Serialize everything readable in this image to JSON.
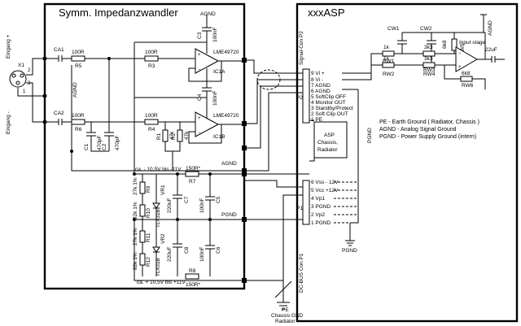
{
  "panels": {
    "left_title": "Symm. Impedanzwandler",
    "right_title": "xxxASP"
  },
  "inputs": {
    "connector": "X1",
    "pin1": "1",
    "pin2": "2",
    "pin3": "3",
    "plus_label": "Eingang +",
    "minus_label": "Eingang -"
  },
  "components": {
    "CA1": "CA1",
    "CA2": "CA2",
    "R5": "R5",
    "R5v": "100R",
    "R6": "R6",
    "R6v": "100R",
    "R3": "R3",
    "R3v": "100R",
    "R4": "R4",
    "R4v": "100R",
    "IC1A": "IC1A",
    "IC1B": "IC1B",
    "ic_part": "LME49720",
    "C3": "C3",
    "C3v": "100nF",
    "C4": "C4",
    "C4v": "100nF",
    "C1": "C1",
    "C1v": "470pF",
    "C2": "C2",
    "C2v": "470pF",
    "R1": "R1",
    "R1v": "47k",
    "R2": "R2",
    "R2v": "47k",
    "R7": "R7",
    "R7v": "150R*",
    "R8": "R8",
    "R8v": "150R*",
    "R9": "R9",
    "R9v": "27k 1%",
    "R10": "R10",
    "R10v": "82k 1%",
    "R11": "R11",
    "R11v": "27k 1%",
    "R12": "R12",
    "R12v": "82k 1%",
    "VR1": "VR1",
    "VR1p": "TL431B",
    "VR2": "VR2",
    "VR2p": "TL431B",
    "C5": "C5",
    "C6": "C6",
    "C7": "C7",
    "C8": "C8",
    "cap100": "100nF",
    "cap220": "220uF",
    "CW1": "CW1",
    "CW2": "CW2",
    "RW1": "RW1",
    "RW1v": "1k",
    "RW2": "RW2",
    "RW2v": "1k",
    "RW3": "RW3",
    "RW3v": "3k3",
    "RW4": "RW4",
    "RW4v": "3k3",
    "RW5": "RW5",
    "RW5v": "6k8",
    "RW6": "RW6",
    "RW6v": "6k8",
    "out_cap": "22uF",
    "input_stage": "Input stage"
  },
  "nets": {
    "agnd": "AGND",
    "pgnd": "PGND",
    "neg_rail": "ca. - 10,5V bis -11V",
    "pos_rail": "ca. + 10,5V bis +11V",
    "pe": "PE",
    "chassis_gnd": "Chassis GND",
    "radiator": "Radiator"
  },
  "connectors": {
    "P2": "P2",
    "P2_side": "Signal-Con P2",
    "P2_pins": [
      "9 Vi +",
      "8 Vi -",
      "7 AGND",
      "6 AGND",
      "5 SoftClip OFF",
      "4 Monitor OUT",
      "3 Standby/Protect",
      "2 Soft Clip OUT",
      "1 PE"
    ],
    "P1": "P1",
    "P1_side": "DC-BUS Con P1",
    "P1_pins": [
      "6 Vss - 12V",
      "5 Vcc +12V",
      "4 Vp1",
      "3 PGND",
      "2 Vp2",
      "1 PGND"
    ],
    "asp_chassis": [
      "ASP",
      "Chassis,",
      "Radiator"
    ]
  },
  "legend": [
    "PE     - Earth Ground ( Radiator, Chassis )",
    "AGND - Analog Signal Ground",
    "PGND - Power Supply Ground (intern)"
  ]
}
